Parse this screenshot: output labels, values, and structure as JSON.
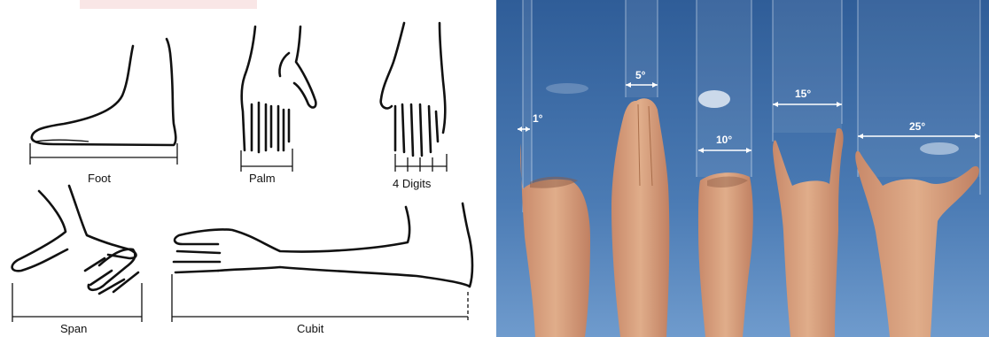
{
  "left_panel": {
    "units": [
      {
        "label": "Foot"
      },
      {
        "label": "Palm"
      },
      {
        "label": "4 Digits"
      },
      {
        "label": "Span"
      },
      {
        "label": "Cubit"
      }
    ]
  },
  "right_panel": {
    "background_color": "#3f6ca3",
    "angles": [
      {
        "label": "1°"
      },
      {
        "label": "5°"
      },
      {
        "label": "10°"
      },
      {
        "label": "15°"
      },
      {
        "label": "25°"
      }
    ]
  }
}
